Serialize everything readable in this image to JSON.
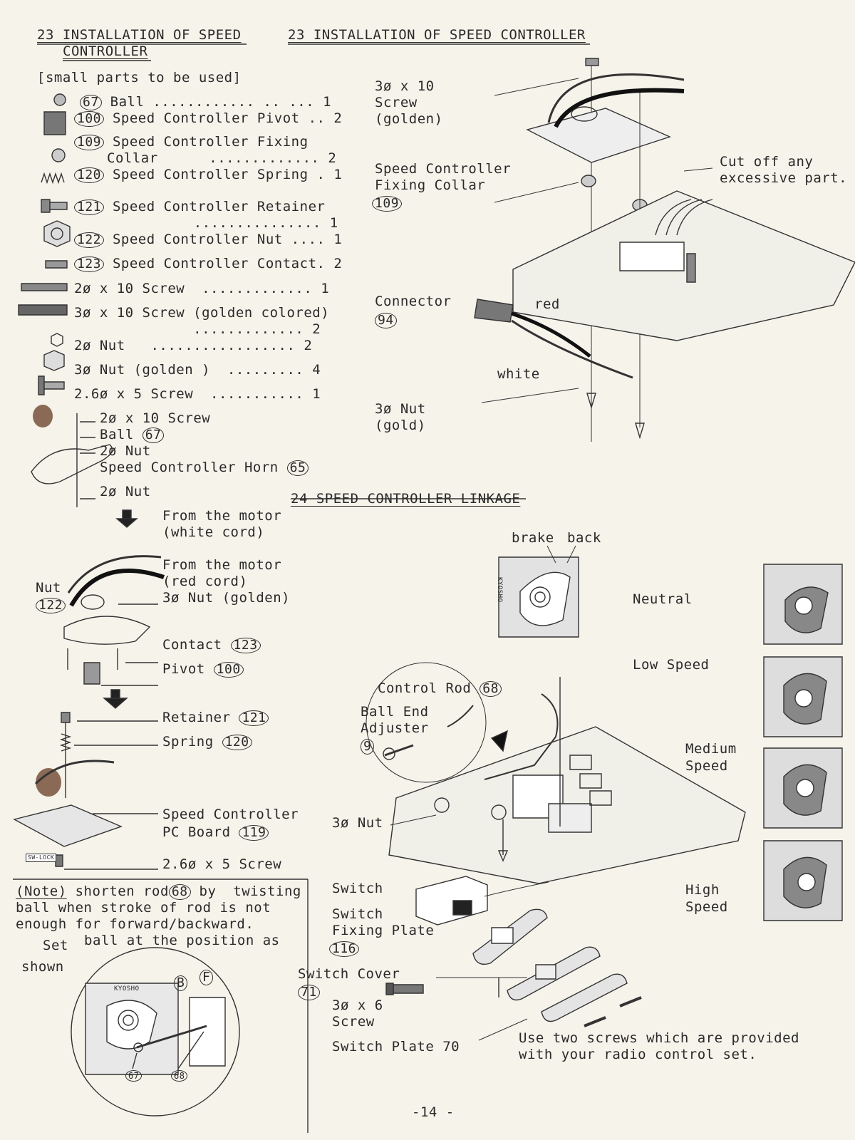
{
  "left": {
    "heading_line1": "23 INSTALLATION OF SPEED",
    "heading_line2": "CONTROLLER",
    "parts_title": "[small parts to be used]",
    "parts": [
      {
        "num": "67",
        "text": "Ball ............ .. ... 1"
      },
      {
        "num": "100",
        "text": "Speed Controller Pivot .. 2"
      },
      {
        "num": "109",
        "text": "Speed Controller Fixing"
      },
      {
        "num": "",
        "text": "Collar      ............. 2"
      },
      {
        "num": "120",
        "text": "Speed Controller Spring . 1"
      },
      {
        "num": "121",
        "text": "Speed Controller Retainer"
      },
      {
        "num": "",
        "text": "     ............... 1"
      },
      {
        "num": "122",
        "text": "Speed Controller Nut .... 1"
      },
      {
        "num": "123",
        "text": "Speed Controller Contact. 2"
      }
    ],
    "parts2": [
      "2ø x 10 Screw  ............. 1",
      "3ø x 10 Screw (golden colored)",
      "              ............. 2",
      "2ø Nut   ................. 2",
      "3ø Nut (golden )  ......... 4",
      "2.6ø x 5 Screw  ........... 1"
    ],
    "horn_labels": {
      "screw": "2ø x 10 Screw",
      "ball": "Ball",
      "ball_num": "67",
      "nut1": "2ø Nut",
      "horn": "Speed Controller Horn",
      "horn_num": "65",
      "nut2": "2ø Nut"
    },
    "assembly_labels": {
      "motor_white_1": "From the motor",
      "motor_white_2": "(white cord)",
      "motor_red_1": "From the motor",
      "motor_red_2": "(red cord)",
      "nut_golden": "3ø Nut (golden)",
      "nut": "Nut",
      "nut_num": "122",
      "contact": "Contact",
      "contact_num": "123",
      "pivot": "Pivot",
      "pivot_num": "100",
      "retainer": "Retainer",
      "retainer_num": "121",
      "spring": "Spring",
      "spring_num": "120",
      "pcboard_1": "Speed Controller",
      "pcboard_2": "PC Board",
      "pcboard_num": "119",
      "screw26": "2.6ø x 5 Screw",
      "swlock": "SW-LOCK"
    },
    "note": {
      "line1a": "(Note)",
      "line1b": " shorten rod",
      "line1_num": "68",
      "line1c": " by  twisting",
      "line2": "ball when stroke of rod is not",
      "line3": "enough for forward/backward.",
      "line4a": "Set",
      "line4b": "ball at the position as",
      "line5": "shown",
      "circle_brand": "KYOSHO",
      "label_B": "B",
      "label_F": "F",
      "num67": "67",
      "num68": "68"
    }
  },
  "right": {
    "heading23": "23 INSTALLATION OF SPEED CONTROLLER",
    "screw_1": "3ø x 10",
    "screw_2": "Screw",
    "screw_3": "(golden)",
    "collar_1": "Speed Controller",
    "collar_2": "Fixing Collar",
    "collar_num": "109",
    "cutoff_1": "Cut off any",
    "cutoff_2": "excessive part.",
    "connector": "Connector",
    "connector_num": "94",
    "red": "red",
    "white": "white",
    "nut_1": "3ø Nut",
    "nut_2": "(gold)",
    "heading24": "24 SPEED CONTROLLER LINKAGE",
    "brake": "brake",
    "back": "back",
    "neutral": "Neutral",
    "low": "Low Speed",
    "medium_1": "Medium",
    "medium_2": "Speed",
    "high_1": "High",
    "high_2": "Speed",
    "brand": "KYOSHO",
    "control_rod": "Control Rod",
    "control_rod_num": "68",
    "ballend_1": "Ball End",
    "ballend_2": "Adjuster",
    "ballend_num": "9",
    "nut3": "3ø Nut",
    "switch": "Switch",
    "sfp_1": "Switch",
    "sfp_2": "Fixing Plate",
    "sfp_num": "116",
    "switch_cover": "Switch Cover",
    "switch_cover_num": "71",
    "screw36_1": "3ø x 6",
    "screw36_2": "Screw",
    "switch_plate": "Switch Plate 70",
    "use_1": "Use two screws which are provided",
    "use_2": "with your radio control set."
  },
  "page_number": "-14 -"
}
